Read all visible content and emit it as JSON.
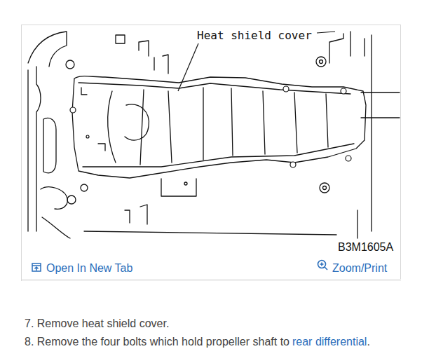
{
  "diagram": {
    "labels": [
      "Heat shield cover",
      "B3M1605A",
      "Open In New Tab",
      "Zoom/Print",
      "7. Remove heat shield cover.",
      "8. Remove the four bolts which hold propeller shaft to",
      "rear differential",
      "."
    ]
  }
}
